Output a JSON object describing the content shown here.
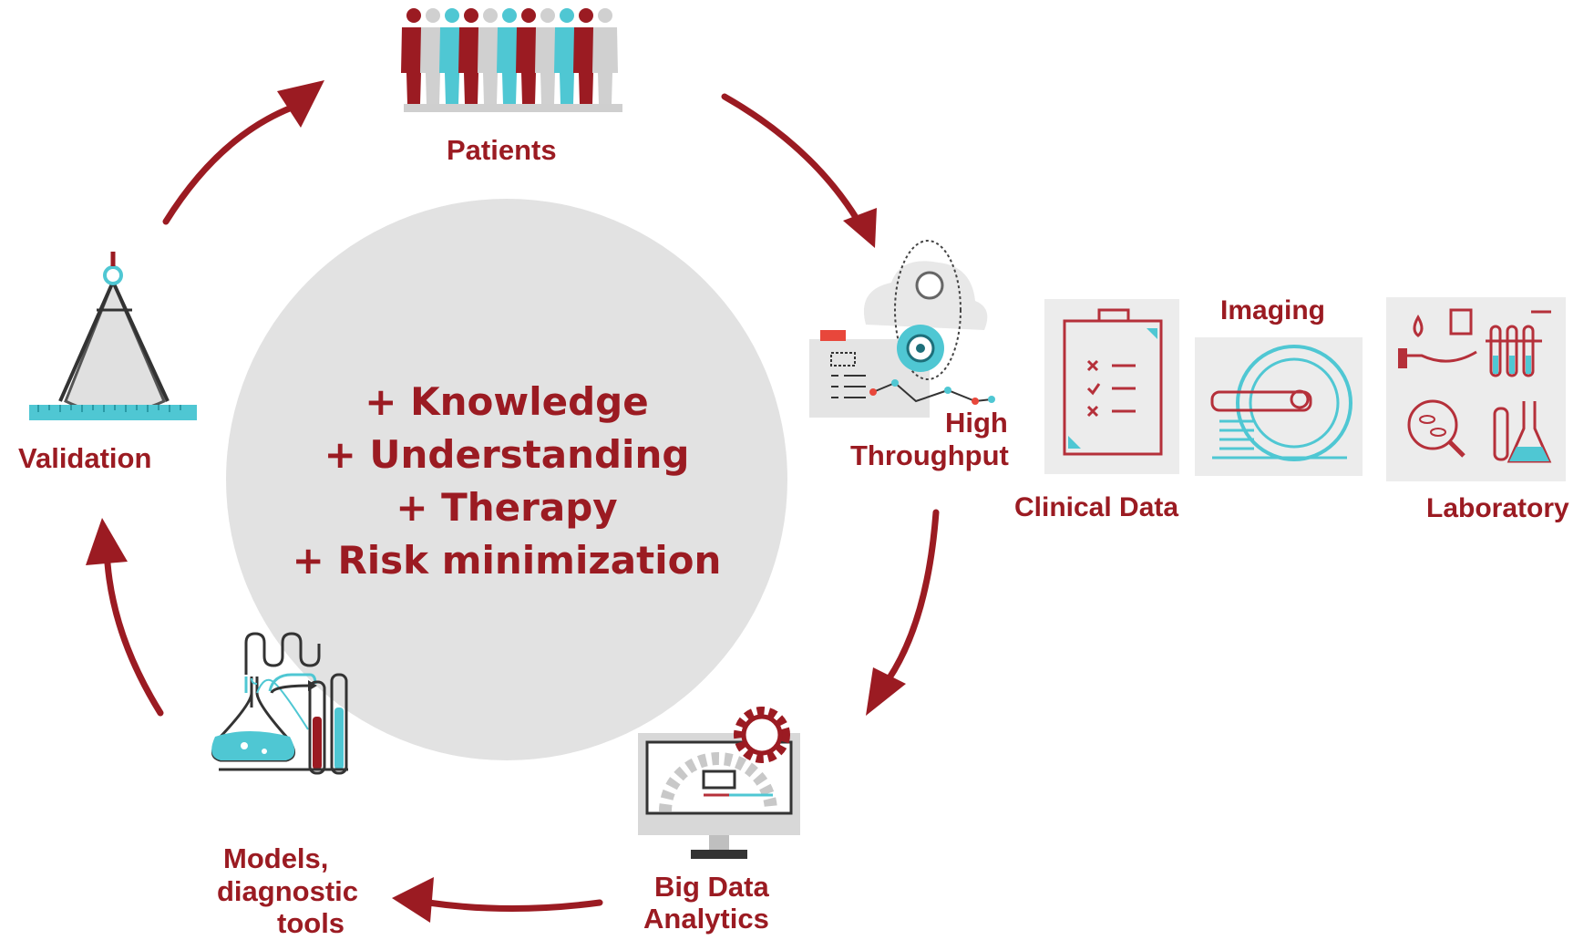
{
  "center": {
    "lines": [
      "+ Knowledge",
      "+ Understanding",
      "+ Therapy",
      "+ Risk minimization"
    ]
  },
  "nodes": {
    "patients": "Patients",
    "high_throughput_1": "High",
    "high_throughput_2": "Throughput",
    "big_data_1": "Big Data",
    "big_data_2": "Analytics",
    "models_1": "Models,",
    "models_2": "diagnostic",
    "models_3": "tools",
    "validation": "Validation"
  },
  "data_sources": {
    "clinical": "Clinical Data",
    "imaging": "Imaging",
    "laboratory": "Laboratory"
  },
  "colors": {
    "accent": "#9b1b22",
    "teal": "#4fc7d3",
    "circle": "#e2e2e2",
    "panel": "#ececec"
  }
}
